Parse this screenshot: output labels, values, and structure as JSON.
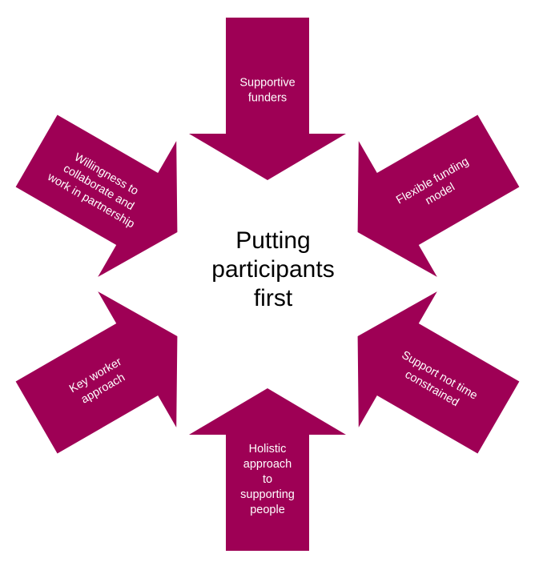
{
  "center": {
    "lines": [
      "Putting",
      "participants",
      "first"
    ]
  },
  "colors": {
    "arrow_fill": "#9e0055",
    "arrow_text": "#ffffff",
    "center_text": "#000000",
    "background": "#ffffff"
  },
  "arrows": [
    {
      "id": "supportive-funders",
      "lines": [
        "Supportive",
        "funders"
      ]
    },
    {
      "id": "flexible-funding-model",
      "lines": [
        "Flexible funding",
        "model"
      ]
    },
    {
      "id": "support-not-time-constrained",
      "lines": [
        "Support not time",
        "constrained"
      ]
    },
    {
      "id": "holistic-approach",
      "lines": [
        "Holistic",
        "approach",
        "to",
        "supporting",
        "people"
      ]
    },
    {
      "id": "key-worker-approach",
      "lines": [
        "Key worker",
        "approach"
      ]
    },
    {
      "id": "willingness-to-collaborate",
      "lines": [
        "Willingness to",
        "collaborate and",
        "work in partnership"
      ]
    }
  ]
}
